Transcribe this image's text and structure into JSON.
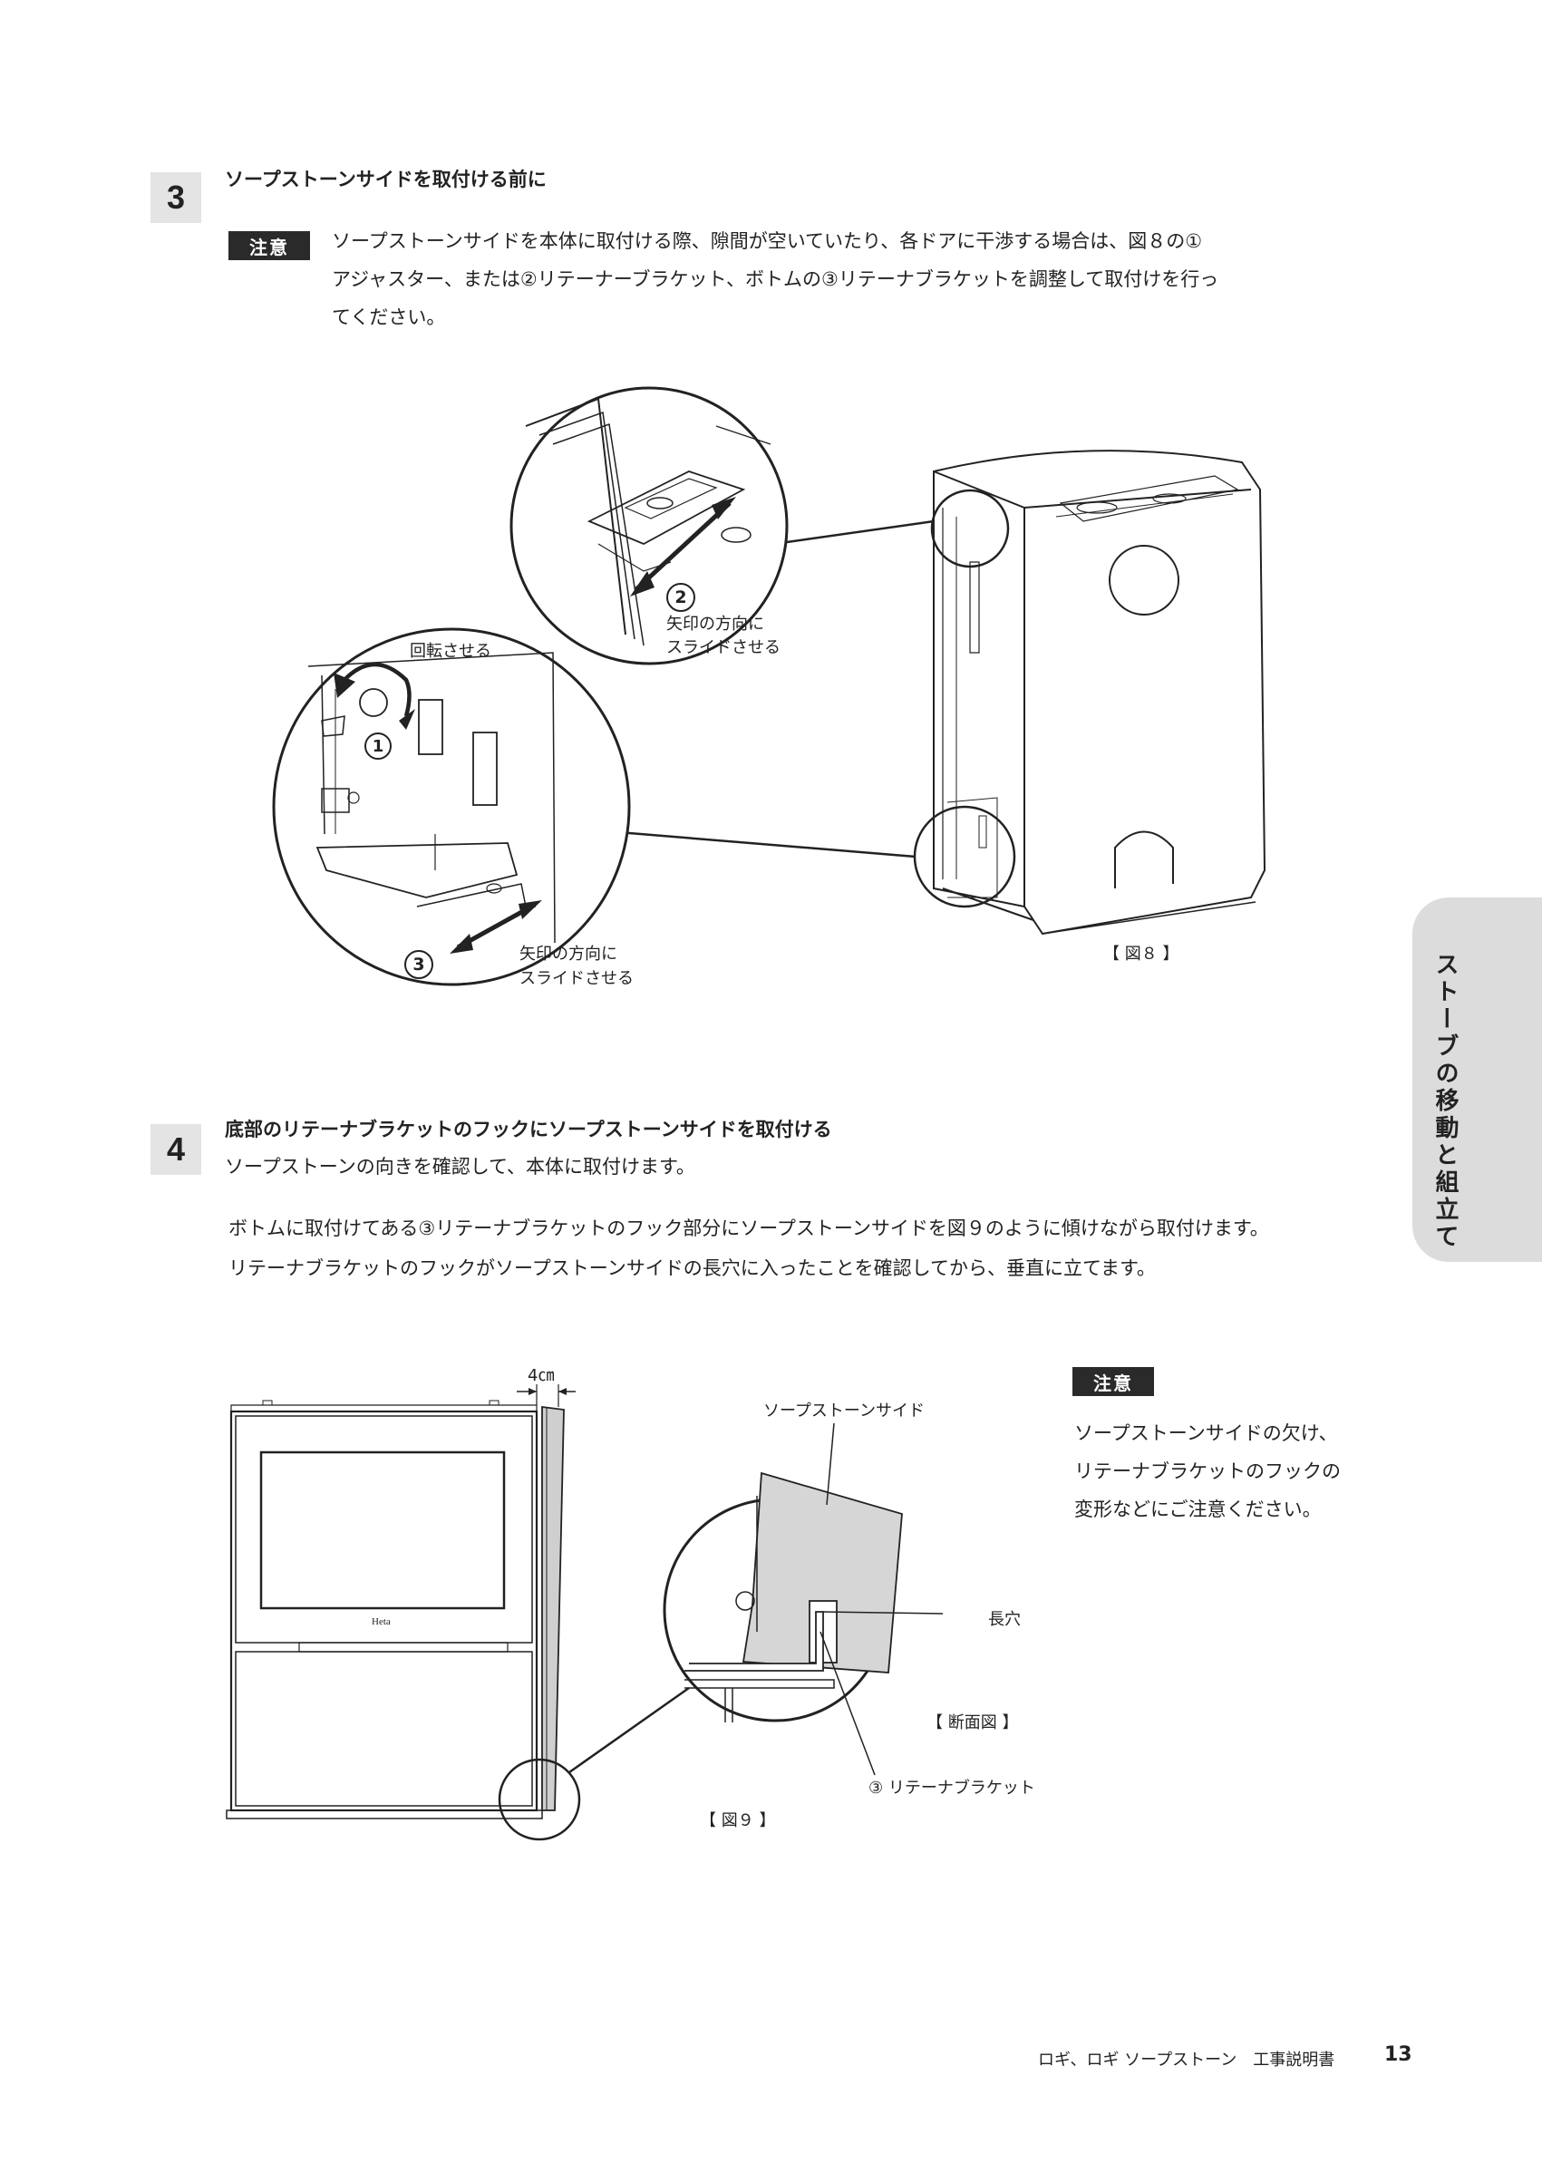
{
  "step3": {
    "number": "3",
    "title": "ソープストーンサイドを取付ける前に",
    "caution_badge": "注意",
    "caution_lines": [
      "ソープストーンサイドを本体に取付ける際、隙間が空いていたり、各ドアに干渉する場合は、図８の①",
      "アジャスター、または②リテーナーブラケット、ボトムの③リテーナブラケットを調整して取付けを行っ",
      "てください。"
    ]
  },
  "figure8": {
    "label_rotate": "回転させる",
    "marker1": "1",
    "marker2": "2",
    "marker3": "3",
    "slide_top": [
      "矢印の方向に",
      "スライドさせる"
    ],
    "slide_bottom": [
      "矢印の方向に",
      "スライドさせる"
    ],
    "caption": "【 図８ 】"
  },
  "step4": {
    "number": "4",
    "title": "底部のリテーナブラケットのフックにソープストーンサイドを取付ける",
    "subtitle": "ソープストーンの向きを確認して、本体に取付けます。",
    "body_lines": [
      "ボトムに取付けてある③リテーナブラケットのフック部分にソープストーンサイドを図９のように傾けながら取付けます。",
      "リテーナブラケットのフックがソープストーンサイドの長穴に入ったことを確認してから、垂直に立てます。"
    ]
  },
  "figure9": {
    "gap_label": "4㎝",
    "stove_logo": "Heta",
    "label_soapstone": "ソープストーンサイド",
    "label_slot": "長穴",
    "label_section": "【 断面図 】",
    "label_bracket": "③ リテーナブラケット",
    "caption": "【 図９ 】"
  },
  "caution2": {
    "badge": "注意",
    "lines": [
      "ソープストーンサイドの欠け、",
      "リテーナブラケットのフックの",
      "変形などにご注意ください。"
    ]
  },
  "side_tab": "ストーブの移動と組立て",
  "footer": {
    "text": "ロギ、ロギ ソープストーン　工事説明書",
    "page": "13"
  }
}
